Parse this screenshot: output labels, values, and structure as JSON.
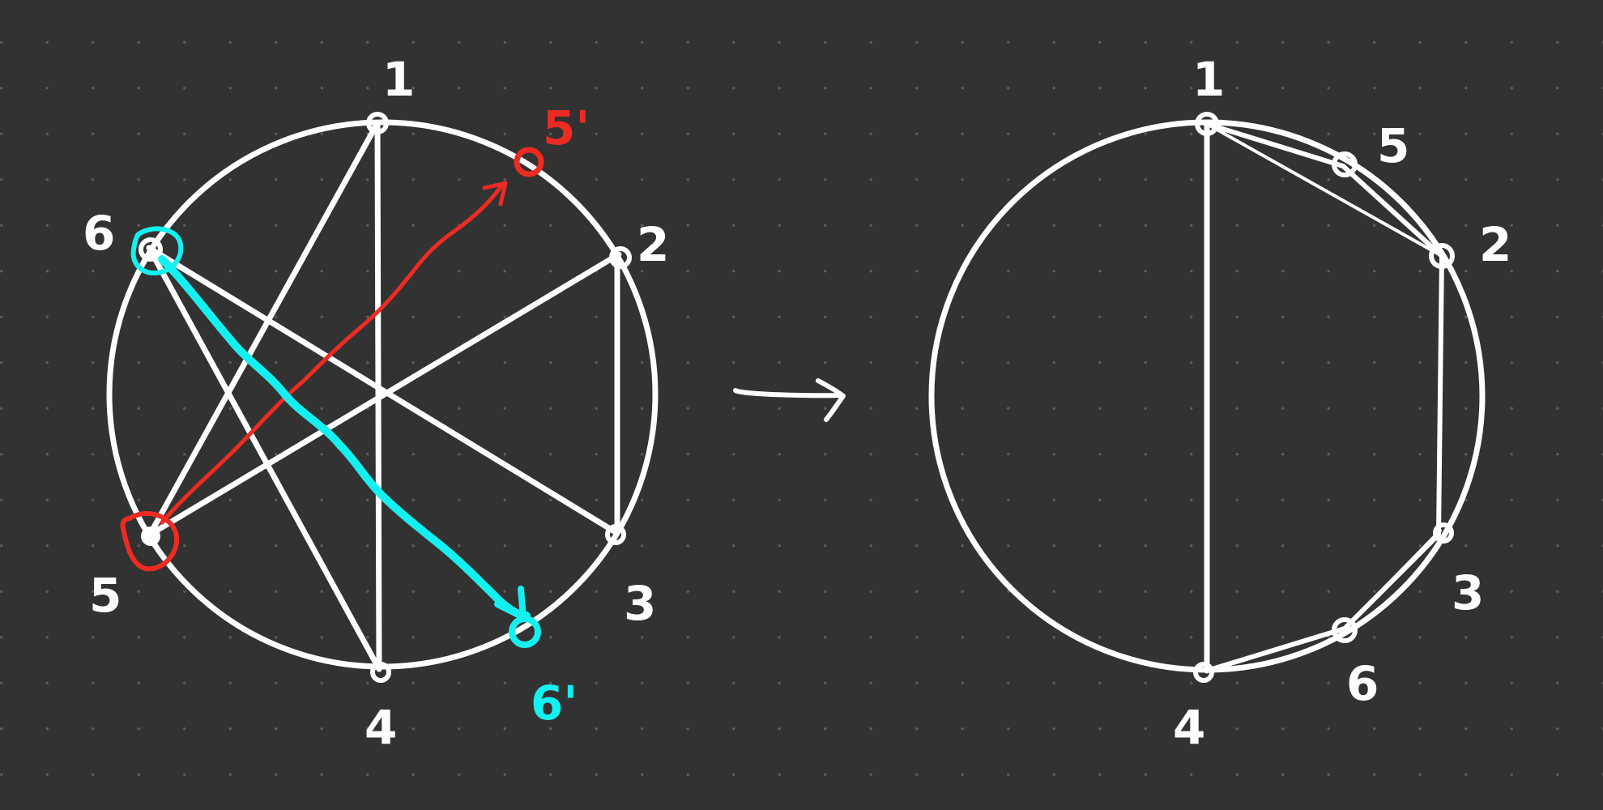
{
  "colors": {
    "background": "#323232",
    "ink": "#ffffff",
    "red": "#ec2b23",
    "cyan": "#14f0f0"
  },
  "left_diagram": {
    "labels": {
      "n1": "1",
      "n2": "2",
      "n3": "3",
      "n4": "4",
      "n5": "5",
      "n6": "6",
      "n5_prime": "5'",
      "n6_prime": "6'"
    }
  },
  "transition_arrow": "→",
  "right_diagram": {
    "labels": {
      "n1": "1",
      "n5": "5",
      "n2": "2",
      "n3": "3",
      "n6": "6",
      "n4": "4"
    }
  }
}
